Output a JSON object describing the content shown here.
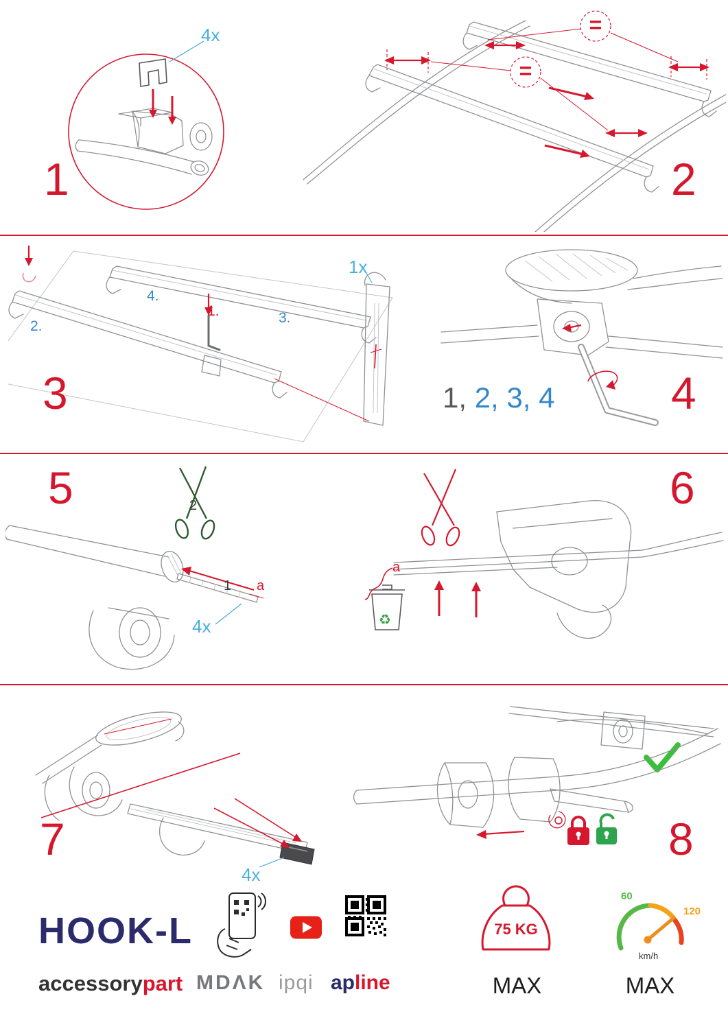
{
  "colors": {
    "accent_red": "#d6182e",
    "label_cyan": "#48b0dd",
    "label_blue": "#3388cc",
    "brand_navy": "#2b2a6b",
    "green": "#2fa44f",
    "gauge_green": "#56b947",
    "gauge_orange": "#f5a11c",
    "youtube_red": "#e62117"
  },
  "steps": {
    "step1": {
      "number": "1",
      "qty": "4x"
    },
    "step2": {
      "number": "2",
      "equal_top": "=",
      "equal_mid": "="
    },
    "step3": {
      "number": "3",
      "qty": "1x",
      "sub1": "1.",
      "sub2": "2.",
      "sub3": "3.",
      "sub4": "4."
    },
    "step4": {
      "number": "4",
      "seq_first": "1,",
      "seq_rest": " 2, 3, 4"
    },
    "step5": {
      "number": "5",
      "label_insert": "1",
      "label_cut": "2",
      "label_a": "a",
      "qty": "4x"
    },
    "step6": {
      "number": "6",
      "label_a": "a"
    },
    "step7": {
      "number": "7",
      "qty": "4x"
    },
    "step8": {
      "number": "8"
    }
  },
  "footer": {
    "product_name": "HOOK-L",
    "brand_left": "accessory",
    "brand_right": "part",
    "logo_mdak": "MDΛK",
    "logo_ipqi": "ipqi",
    "logo_ap": "ap",
    "logo_line": "line",
    "weight_value": "75 KG",
    "weight_max": "MAX",
    "speed_low": "60",
    "speed_high": "120",
    "speed_unit": "km/h",
    "speed_max": "MAX"
  }
}
